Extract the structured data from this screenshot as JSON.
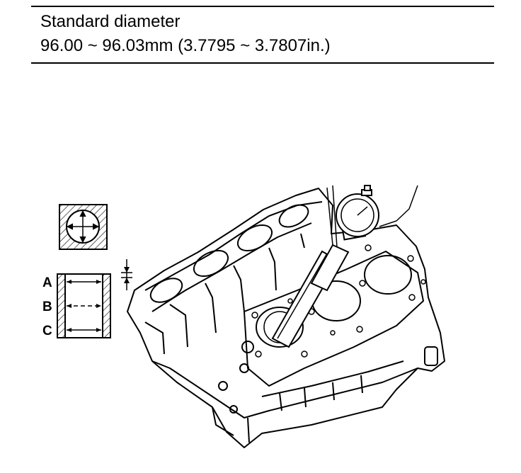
{
  "spec": {
    "title": "Standard diameter",
    "value": "96.00 ~ 96.03mm (3.7795 ~ 3.7807in.)"
  },
  "figure": {
    "labels": [
      "A",
      "B",
      "C"
    ]
  }
}
